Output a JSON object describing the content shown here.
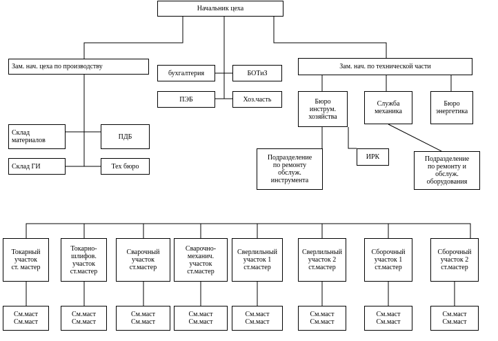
{
  "head": "Начальник цеха",
  "deputy_production": "Зам. нач. цеха по производству",
  "deputy_technical": "Зам. нач. по технической части",
  "center": {
    "accounting": "бухгалтерия",
    "botiz": "БОТиЗ",
    "peb": "ПЭБ",
    "household": "Хоз.часть"
  },
  "production_units": {
    "materials_warehouse": "Склад\nматериалов",
    "pdb": "ПДБ",
    "gi_warehouse": "Склад ГИ",
    "tech_bureau": "Тех бюро"
  },
  "technical_units": {
    "tool_bureau": "Бюро\nинструм.\nхозяйства",
    "mechanic_service": "Служба\nмеханика",
    "energy_bureau": "Бюро\nэнергетика",
    "tool_repair": "Подразделение\nпо ремонту\nобслуж.\nинструмента",
    "irk": "ИРК",
    "equipment_repair": "Подразделение\nпо ремонту и\nобслуж.\nоборудования"
  },
  "sections": [
    {
      "label": "Токарный\nучасток\nст. мастер",
      "shift": "См.маст\nСм.маст"
    },
    {
      "label": "Токарно-\nшлифов.\nучасток\nст.мастер",
      "shift": "См.маст\nСм.маст"
    },
    {
      "label": "Сварочный\nучасток\nст.мастер",
      "shift": "См.маст\nСм.маст"
    },
    {
      "label": "Сварочно-\nмеханич.\nучасток\nст.мастер",
      "shift": "См.маст\nСм.маст"
    },
    {
      "label": "Сверлильный\nучасток 1\nст.мастер",
      "shift": "См.маст\nСм.маст"
    },
    {
      "label": "Сверлильный\nучасток 2\nст.мастер",
      "shift": "См.маст\nСм.маст"
    },
    {
      "label": "Сборочный\nучасток 1\nст.мастер",
      "shift": "См.маст\nСм.маст"
    },
    {
      "label": "Сборочный\nучасток 2\nст.мастер",
      "shift": "См.маст\nСм.маст"
    }
  ]
}
